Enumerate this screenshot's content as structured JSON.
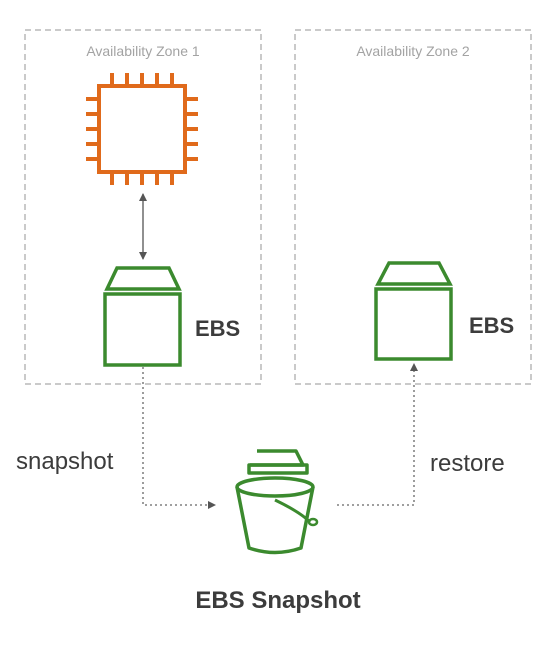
{
  "zones": [
    {
      "label": "Availability Zone 1"
    },
    {
      "label": "Availability Zone 2"
    }
  ],
  "volumes": [
    {
      "label": "EBS",
      "icon": "ebs-volume-icon"
    },
    {
      "label": "EBS",
      "icon": "ebs-volume-icon"
    }
  ],
  "instance": {
    "icon": "ec2-instance-chip-icon"
  },
  "flows": {
    "snapshot_label": "snapshot",
    "restore_label": "restore"
  },
  "snapshot": {
    "label": "EBS Snapshot",
    "icon": "s3-bucket-snapshot-icon"
  },
  "colors": {
    "compute": "#e06a1b",
    "storage": "#3b8a2e",
    "zone_border": "#b8b8b8",
    "zone_text": "#a3a3a3",
    "text": "#3c3c3c",
    "arrow": "#666666"
  }
}
